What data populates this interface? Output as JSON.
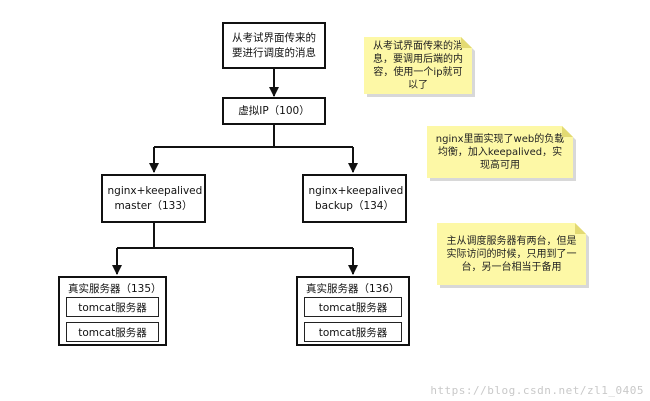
{
  "nodes": {
    "source": "从考试界面传来的要进行调度的消息",
    "vip": "虚拟IP（100）",
    "master": "nginx+keepalived master（133）",
    "backup": "nginx+keepalived backup（134）"
  },
  "groups": {
    "left": {
      "label": "真实服务器（135）",
      "items": [
        "tomcat服务器",
        "tomcat服务器"
      ]
    },
    "right": {
      "label": "真实服务器（136）",
      "items": [
        "tomcat服务器",
        "tomcat服务器"
      ]
    }
  },
  "notes": {
    "note1": "从考试界面传来的消息，要调用后端的内容，使用一个ip就可以了",
    "note2": "nginx里面实现了web的负载均衡，加入keepalived，实现高可用",
    "note3": "主从调度服务器有两台，但是实际访问的时候，只用到了一台，另一台相当于备用"
  },
  "watermark": "https://blog.csdn.net/zl1_0405",
  "colors": {
    "note_fill": "#fdf8a6",
    "stroke": "#111111"
  }
}
